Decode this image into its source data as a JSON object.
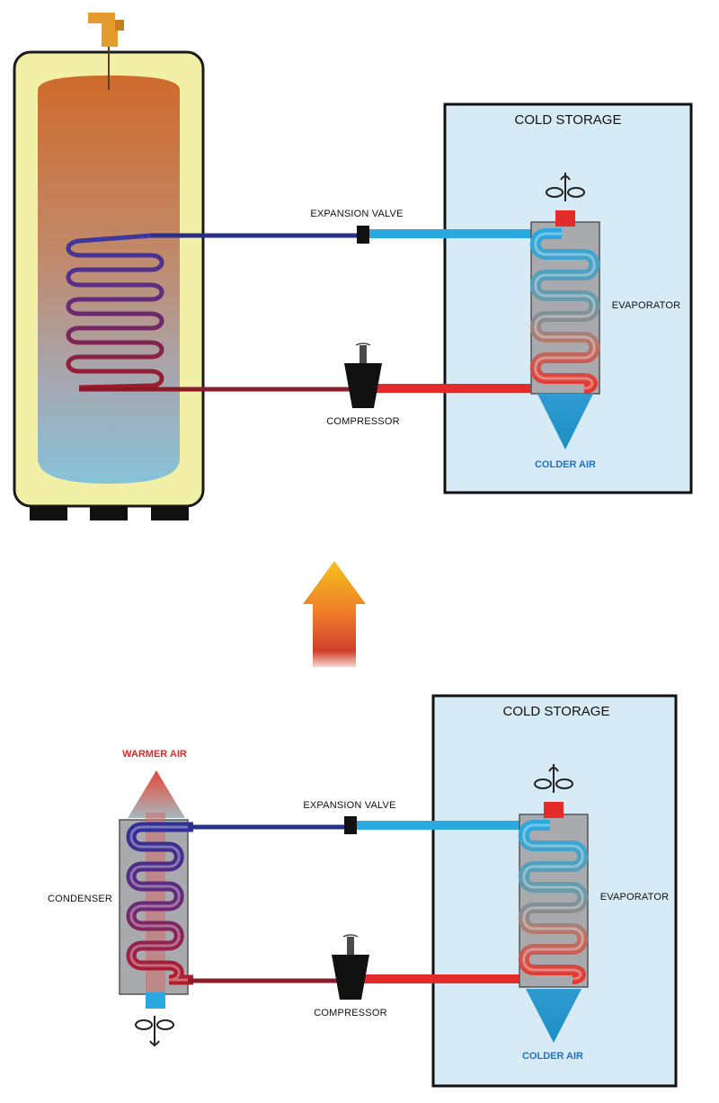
{
  "top": {
    "storage_title": "COLD STORAGE",
    "expansion_label": "EXPANSION VALVE",
    "compressor_label": "COMPRESSOR",
    "evaporator_label": "EVAPORATOR",
    "colder_air_label": "COLDER AIR"
  },
  "bottom": {
    "storage_title": "COLD STORAGE",
    "expansion_label": "EXPANSION VALVE",
    "compressor_label": "COMPRESSOR",
    "evaporator_label": "EVAPORATOR",
    "condenser_label": "CONDENSER",
    "colder_air_label": "COLDER AIR",
    "warmer_air_label": "WARMER AIR"
  },
  "colors": {
    "cold_pipe": "#2aa9e0",
    "hot_pipe": "#e32b2b",
    "dark_blue_pipe": "#2a2f86",
    "dark_red_pipe": "#8a1c2c",
    "storage_fill": "#d6ebf5",
    "tank_shell": "#f2efa6",
    "colder_air_text": "#1f73c2",
    "warmer_air_text": "#e02828"
  }
}
